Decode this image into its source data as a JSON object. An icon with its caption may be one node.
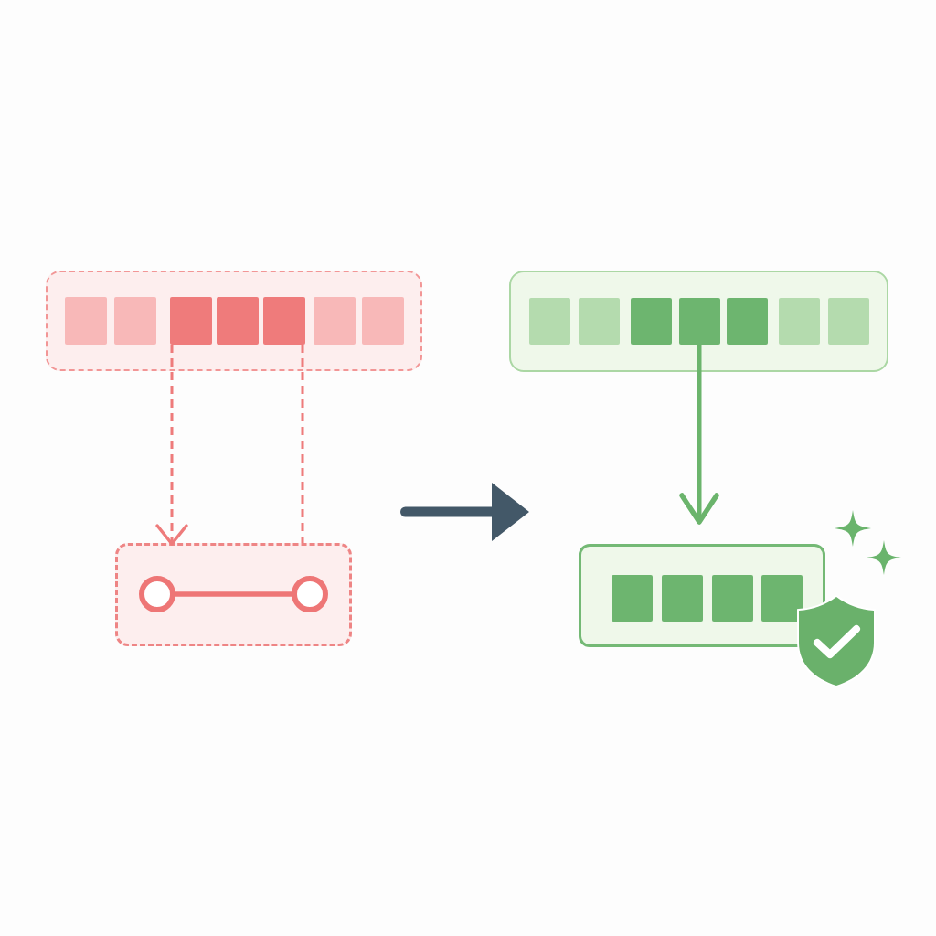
{
  "diagram": {
    "nodes": [
      {
        "text": [],
        "shape": "box"
      },
      {
        "text": [],
        "shape": "box",
        "in": 0
      },
      {
        "text": [],
        "shape": "box",
        "in": 0
      },
      {
        "text": [],
        "shape": "box",
        "in": 0
      },
      {
        "text": [],
        "shape": "box",
        "in": 0
      },
      {
        "text": [],
        "shape": "box",
        "in": 0
      },
      {
        "text": [],
        "shape": "box",
        "in": 0
      },
      {
        "text": [],
        "shape": "box",
        "in": 0
      },
      {
        "text": [],
        "shape": "box"
      },
      {
        "text": [],
        "shape": "box",
        "in": 8
      },
      {
        "text": [],
        "shape": "box",
        "in": 8
      },
      {
        "text": [],
        "shape": "box",
        "in": 8
      },
      {
        "text": [],
        "shape": "box",
        "in": 8
      },
      {
        "text": [],
        "shape": "box",
        "in": 8
      },
      {
        "text": [],
        "shape": "box",
        "in": 8
      },
      {
        "text": [],
        "shape": "box",
        "in": 8
      },
      {
        "text": [],
        "shape": "box"
      },
      {
        "text": [],
        "shape": "box"
      },
      {
        "text": [],
        "shape": "box",
        "in": 17
      },
      {
        "text": [],
        "shape": "box",
        "in": 17
      },
      {
        "text": [],
        "shape": "box",
        "in": 17
      },
      {
        "text": [],
        "shape": "box",
        "in": 17
      }
    ],
    "edges": [
      {
        "from": 3,
        "to": 16,
        "arrow": "to",
        "style": "dashed",
        "color": "#ee7b7b"
      },
      {
        "from": 5,
        "to": 16,
        "arrow": "none",
        "style": "dashed",
        "color": "#ee7b7b"
      },
      {
        "from": 12,
        "to": 17,
        "arrow": "to",
        "color": "#6bb46c"
      }
    ]
  }
}
